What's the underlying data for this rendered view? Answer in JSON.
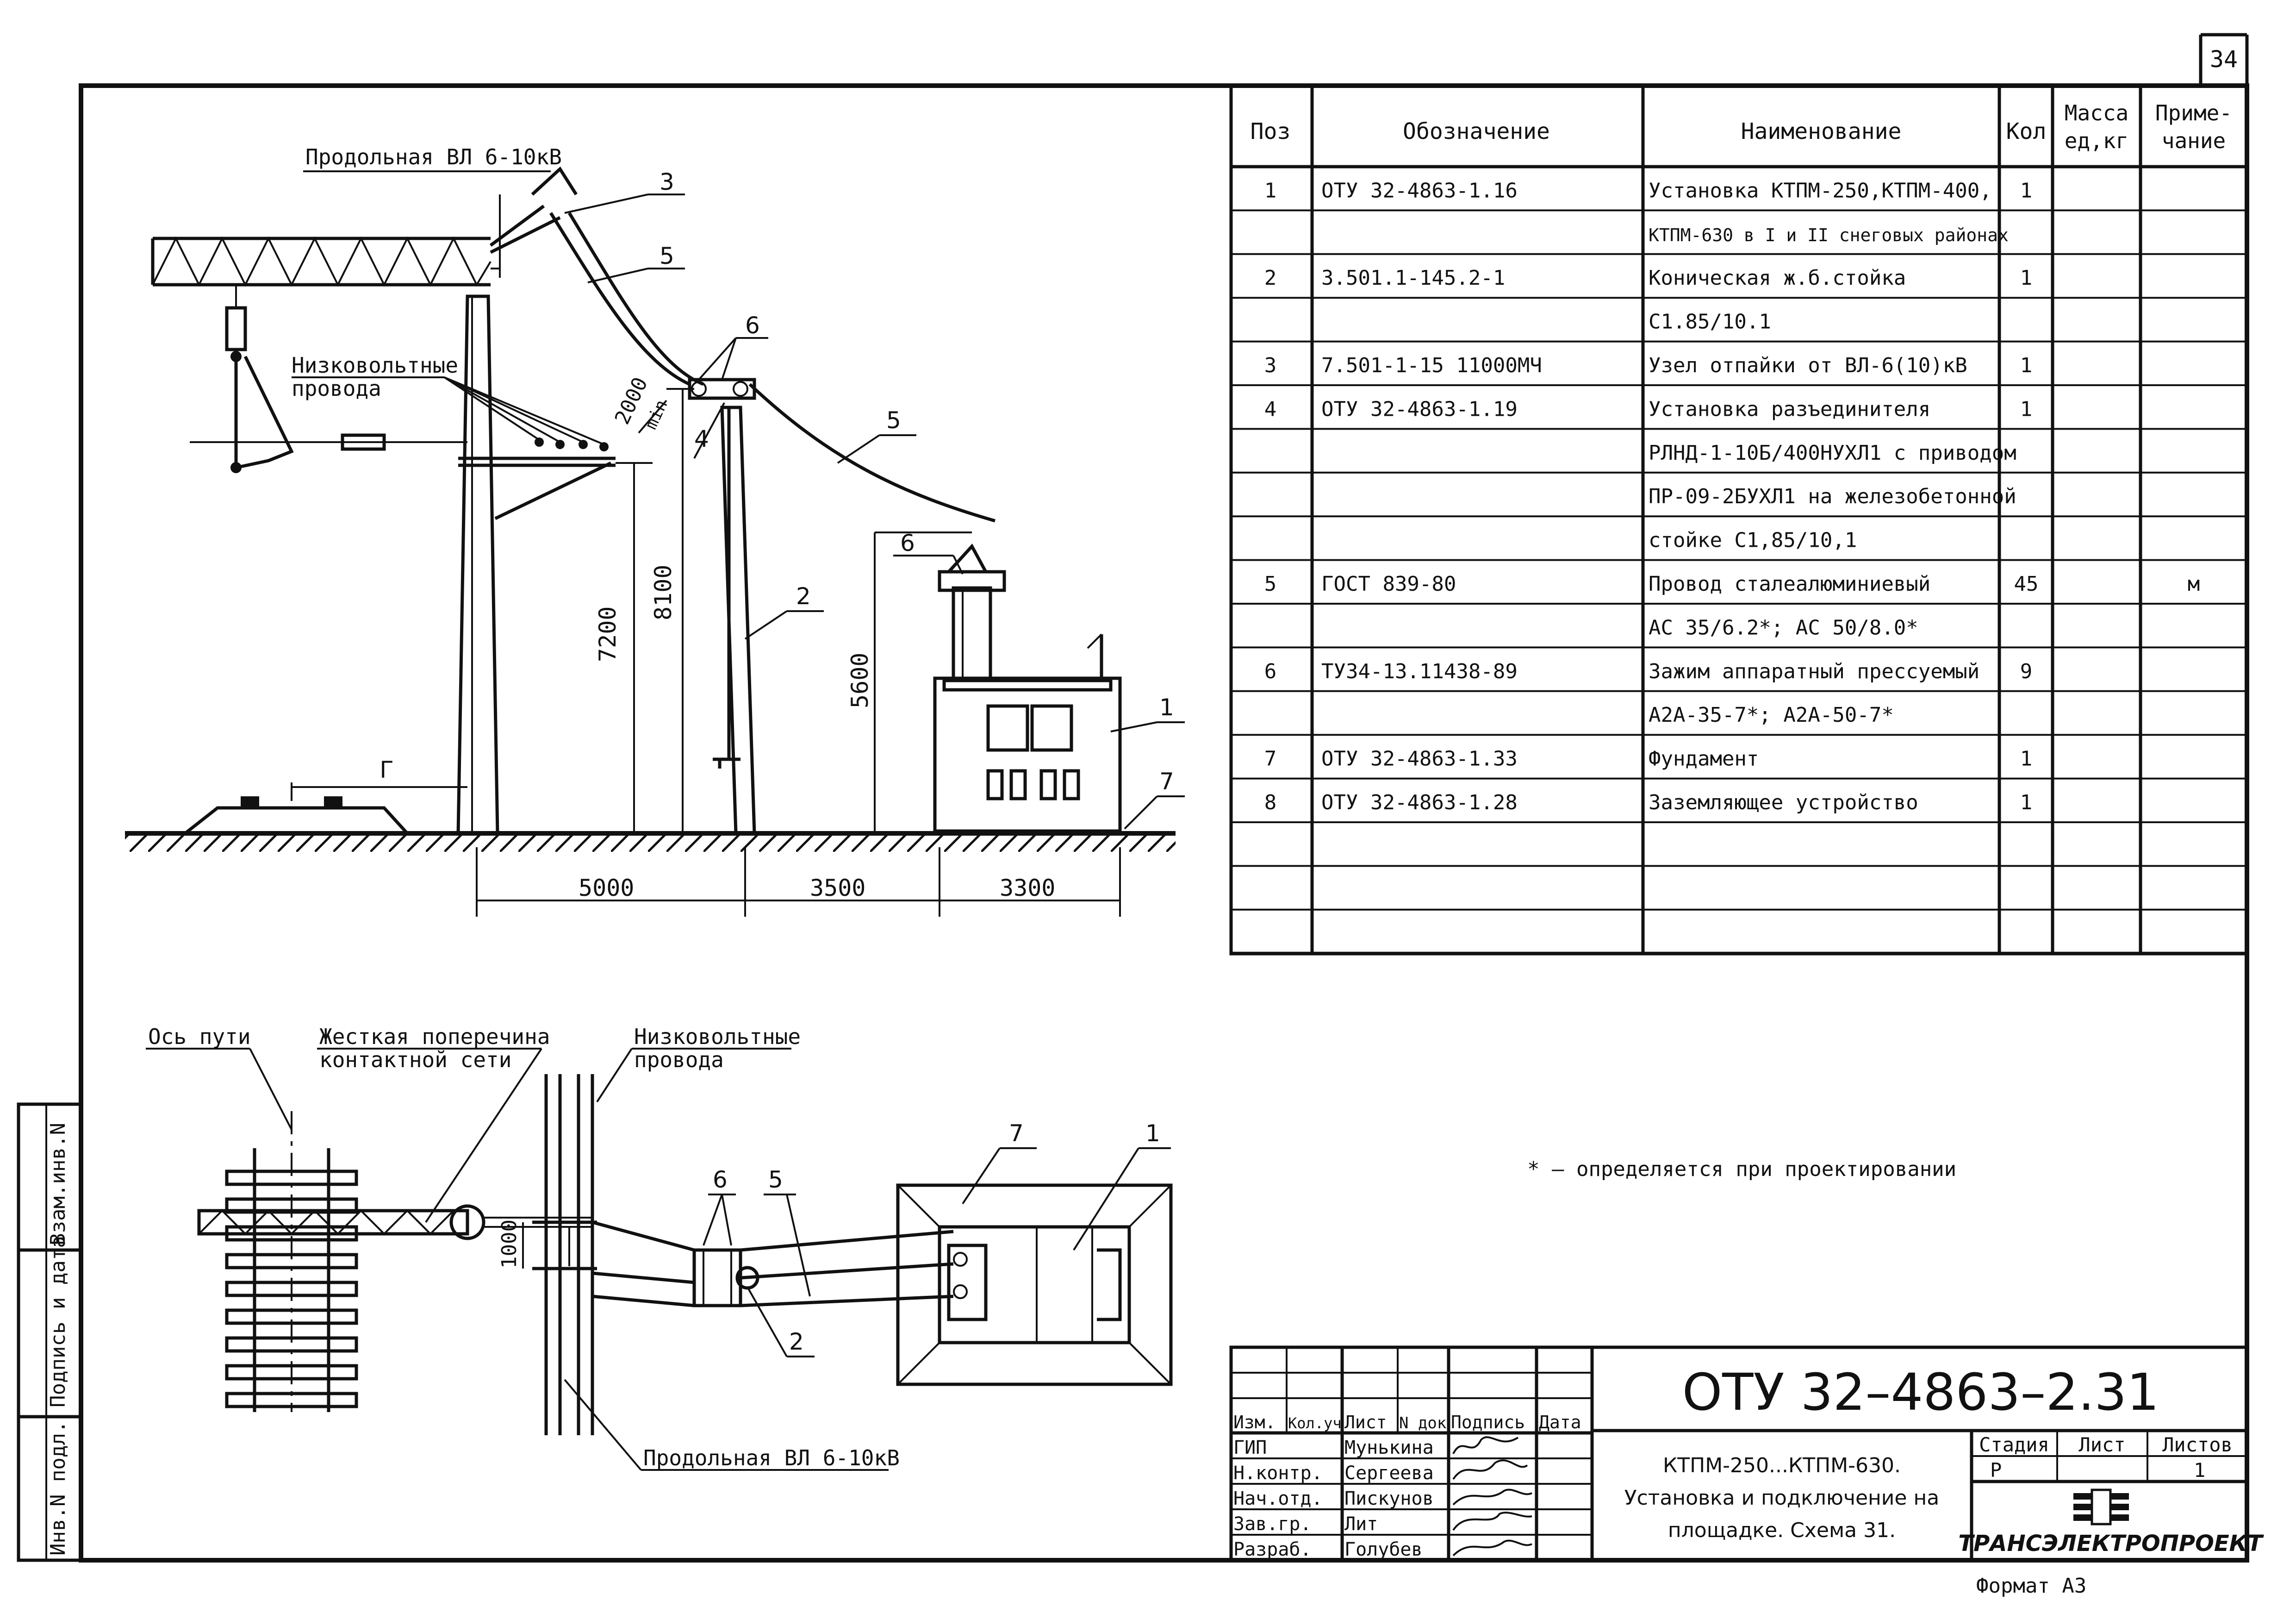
{
  "sheet": {
    "number": "34",
    "format": "Формат А3"
  },
  "elevation": {
    "overhead_line_label": "Продольная ВЛ 6-10кВ",
    "low_voltage_label_1": "Низковольтные",
    "low_voltage_label_2": "провода",
    "dim_2000": "2000",
    "dim_min": "min",
    "dim_7200": "7200",
    "dim_8100": "8100",
    "dim_5600": "5600",
    "dim_5000": "5000",
    "dim_3500": "3500",
    "dim_3300": "3300",
    "gauge_label": "Г",
    "callouts": [
      "3",
      "5",
      "6",
      "4",
      "5",
      "2",
      "6",
      "1",
      "7"
    ]
  },
  "plan": {
    "track_axis_label": "Ось пути",
    "crossbar_label_1": "Жесткая поперечина",
    "crossbar_label_2": "контактной сети",
    "low_voltage_label_1": "Низковольтные",
    "low_voltage_label_2": "провода",
    "overhead_line_label": "Продольная ВЛ 6-10кВ",
    "dim_1000": "1000",
    "callouts": [
      "7",
      "1",
      "6",
      "5",
      "2"
    ]
  },
  "spec_table": {
    "headers": {
      "pos": "Поз",
      "designation": "Обозначение",
      "name": "Наименование",
      "qty": "Кол",
      "mass_1": "Масса",
      "mass_2": "ед,кг",
      "note_1": "Приме-",
      "note_2": "чание"
    },
    "rows": [
      {
        "pos": "1",
        "designation": "ОТУ 32-4863-1.16",
        "name": "Установка КТПМ-250,КТПМ-400,",
        "qty": "1",
        "mass": "",
        "note": ""
      },
      {
        "pos": "",
        "designation": "",
        "name": "КТПМ-630 в I и II снеговых районах",
        "qty": "",
        "mass": "",
        "note": ""
      },
      {
        "pos": "2",
        "designation": "3.501.1-145.2-1",
        "name": "Коническая ж.б.стойка",
        "qty": "1",
        "mass": "",
        "note": ""
      },
      {
        "pos": "",
        "designation": "",
        "name": "С1.85/10.1",
        "qty": "",
        "mass": "",
        "note": ""
      },
      {
        "pos": "3",
        "designation": "7.501-1-15 11000МЧ",
        "name": "Узел отпайки от ВЛ-6(10)кВ",
        "qty": "1",
        "mass": "",
        "note": ""
      },
      {
        "pos": "4",
        "designation": "ОТУ 32-4863-1.19",
        "name": "Установка разъединителя",
        "qty": "1",
        "mass": "",
        "note": ""
      },
      {
        "pos": "",
        "designation": "",
        "name": "РЛНД-1-10Б/400НУХЛ1 с приводом",
        "qty": "",
        "mass": "",
        "note": ""
      },
      {
        "pos": "",
        "designation": "",
        "name": "ПР-09-2БУХЛ1 на железобетонной",
        "qty": "",
        "mass": "",
        "note": ""
      },
      {
        "pos": "",
        "designation": "",
        "name": "стойке С1,85/10,1",
        "qty": "",
        "mass": "",
        "note": ""
      },
      {
        "pos": "5",
        "designation": "ГОСТ 839-80",
        "name": "Провод сталеалюминиевый",
        "qty": "45",
        "mass": "",
        "note": "м"
      },
      {
        "pos": "",
        "designation": "",
        "name": "АС 35/6.2*; АС 50/8.0*",
        "qty": "",
        "mass": "",
        "note": ""
      },
      {
        "pos": "6",
        "designation": "ТУ34-13.11438-89",
        "name": "Зажим аппаратный прессуемый",
        "qty": "9",
        "mass": "",
        "note": ""
      },
      {
        "pos": "",
        "designation": "",
        "name": "А2А-35-7*; А2А-50-7*",
        "qty": "",
        "mass": "",
        "note": ""
      },
      {
        "pos": "7",
        "designation": "ОТУ 32-4863-1.33",
        "name": "Фундамент",
        "qty": "1",
        "mass": "",
        "note": ""
      },
      {
        "pos": "8",
        "designation": "ОТУ 32-4863-1.28",
        "name": "Заземляющее устройство",
        "qty": "1",
        "mass": "",
        "note": ""
      },
      {
        "pos": "",
        "designation": "",
        "name": "",
        "qty": "",
        "mass": "",
        "note": ""
      },
      {
        "pos": "",
        "designation": "",
        "name": "",
        "qty": "",
        "mass": "",
        "note": ""
      },
      {
        "pos": "",
        "designation": "",
        "name": "",
        "qty": "",
        "mass": "",
        "note": ""
      }
    ]
  },
  "footnote": "* – определяется при проектировании",
  "side_stamp": [
    "Инв.N подл.",
    "Подпись и дата",
    "Взам.инв.N"
  ],
  "title_block": {
    "code": "ОТУ 32–4863–2.31",
    "col_headers": [
      "Изм.",
      "Кол.уч",
      "Лист",
      "N док",
      "Подпись",
      "Дата"
    ],
    "people": [
      {
        "role": "ГИП",
        "name": "Мунькина"
      },
      {
        "role": "Н.контр.",
        "name": "Сергеева"
      },
      {
        "role": "Нач.отд.",
        "name": "Пискунов"
      },
      {
        "role": "Зав.гр.",
        "name": "Лит"
      },
      {
        "role": "Разраб.",
        "name": "Голубев"
      }
    ],
    "description": [
      "КТПМ-250...КТПМ-630.",
      "Установка и подключение на",
      "площадке. Схема 31."
    ],
    "stage_label": "Стадия",
    "sheet_label": "Лист",
    "sheets_label": "Листов",
    "stage_value": "Р",
    "sheets_value": "1",
    "org_name": "ТРАНСЭЛЕКТРОПРОЕКТ"
  }
}
